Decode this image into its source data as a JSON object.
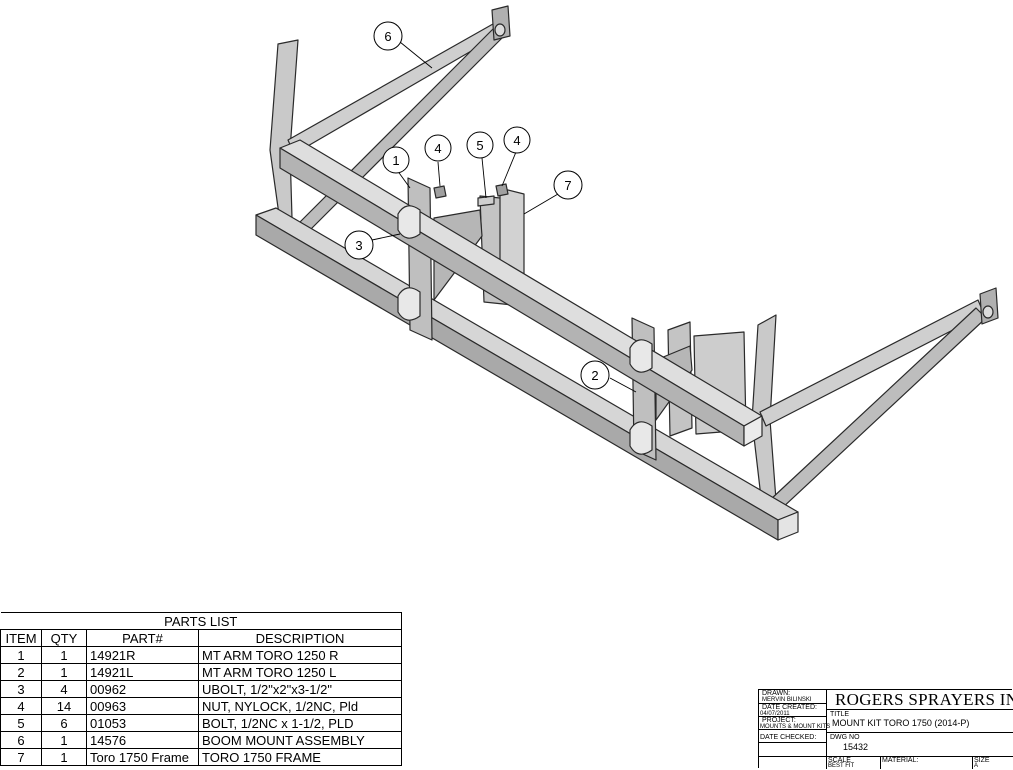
{
  "balloons": [
    {
      "id": "6",
      "label": "6"
    },
    {
      "id": "1",
      "label": "1"
    },
    {
      "id": "4a",
      "label": "4"
    },
    {
      "id": "5",
      "label": "5"
    },
    {
      "id": "4b",
      "label": "4"
    },
    {
      "id": "7",
      "label": "7"
    },
    {
      "id": "3",
      "label": "3"
    },
    {
      "id": "2",
      "label": "2"
    }
  ],
  "parts_list": {
    "title": "PARTS LIST",
    "headers": {
      "item": "ITEM",
      "qty": "QTY",
      "part": "PART#",
      "description": "DESCRIPTION"
    },
    "rows": [
      {
        "item": "1",
        "qty": "1",
        "part": "14921R",
        "description": "MT ARM TORO 1250 R"
      },
      {
        "item": "2",
        "qty": "1",
        "part": "14921L",
        "description": "MT ARM TORO 1250 L"
      },
      {
        "item": "3",
        "qty": "4",
        "part": "00962",
        "description": "UBOLT, 1/2\"x2\"x3-1/2\""
      },
      {
        "item": "4",
        "qty": "14",
        "part": "00963",
        "description": "NUT, NYLOCK, 1/2NC, Pld"
      },
      {
        "item": "5",
        "qty": "6",
        "part": "01053",
        "description": "BOLT, 1/2NC x 1-1/2, PLD"
      },
      {
        "item": "6",
        "qty": "1",
        "part": "14576",
        "description": "BOOM MOUNT ASSEMBLY"
      },
      {
        "item": "7",
        "qty": "1",
        "part": "Toro 1750 Frame",
        "description": "TORO 1750 FRAME"
      }
    ]
  },
  "title_block": {
    "drawn_label": "DRAWN:",
    "drawn_value": "MERVIN BILINSKI",
    "date_created_label": "DATE CREATED:",
    "date_created_value": "04/07/2011",
    "project_label": "PROJECT:",
    "project_value": "MOUNTS & MOUNT KITS",
    "date_checked_label": "DATE CHECKED:",
    "company": "ROGERS SPRAYERS INC.",
    "title_label": "TITLE",
    "title_value": "MOUNT KIT TORO 1750 (2014-P)",
    "dwg_label": "DWG NO",
    "dwg_value": "15432",
    "scale_label": "SCALE",
    "scale_value": "BEST FIT",
    "material_label": "MATERIAL:",
    "size_label": "SIZE",
    "size_value": "A"
  }
}
